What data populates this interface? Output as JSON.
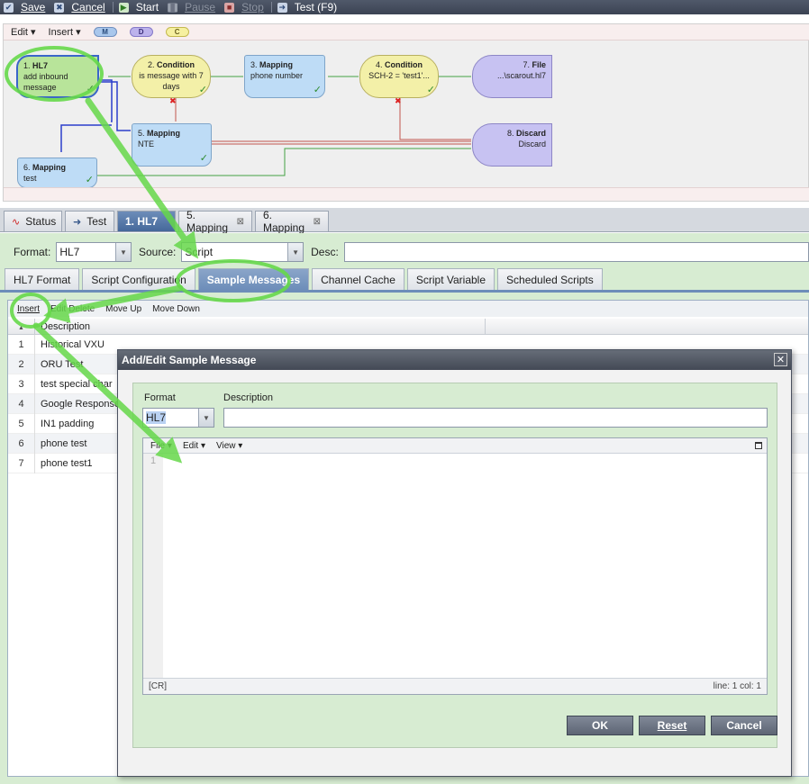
{
  "toolbar": {
    "save": "Save",
    "cancel": "Cancel",
    "start": "Start",
    "pause": "Pause",
    "stop": "Stop",
    "test": "Test (F9)"
  },
  "diagram": {
    "menu": {
      "edit": "Edit",
      "insert": "Insert"
    },
    "badges": {
      "m": "M",
      "d": "D",
      "c": "C"
    },
    "nodes": {
      "n1": {
        "num": "1.",
        "title": "HL7",
        "line1": "add inbound",
        "line2": "message"
      },
      "n2": {
        "num": "2.",
        "title": "Condition",
        "line1": "is message with 7",
        "line2": "days"
      },
      "n3": {
        "num": "3.",
        "title": "Mapping",
        "line1": "phone number"
      },
      "n4": {
        "num": "4.",
        "title": "Condition",
        "line1": "SCH-2 = 'test1'..."
      },
      "n7": {
        "num": "7.",
        "title": "File",
        "line1": "...\\scarout.hl7"
      },
      "n5": {
        "num": "5.",
        "title": "Mapping",
        "line1": "NTE"
      },
      "n8": {
        "num": "8.",
        "title": "Discard",
        "line1": "Discard"
      },
      "n6": {
        "num": "6.",
        "title": "Mapping",
        "line1": "test"
      }
    }
  },
  "tabs": [
    {
      "label": "Status"
    },
    {
      "label": "Test"
    },
    {
      "label": "1. HL7"
    },
    {
      "label": "5. Mapping"
    },
    {
      "label": "6. Mapping"
    }
  ],
  "props": {
    "format_label": "Format:",
    "format_value": "HL7",
    "source_label": "Source:",
    "source_value": "Script",
    "desc_label": "Desc:"
  },
  "subtabs": [
    {
      "label": "HL7 Format"
    },
    {
      "label": "Script Configuration"
    },
    {
      "label": "Sample Messages"
    },
    {
      "label": "Channel Cache"
    },
    {
      "label": "Script Variable"
    },
    {
      "label": "Scheduled Scripts"
    }
  ],
  "grid": {
    "toolbar": {
      "insert": "Insert",
      "edit": "Edit",
      "delete": "Delete",
      "move_up": "Move Up",
      "move_down": "Move Down"
    },
    "header": {
      "description": "Description"
    },
    "rows": [
      {
        "n": "1",
        "desc": "Historical VXU"
      },
      {
        "n": "2",
        "desc": "ORU Test"
      },
      {
        "n": "3",
        "desc": "test special char"
      },
      {
        "n": "4",
        "desc": "Google Response"
      },
      {
        "n": "5",
        "desc": "IN1 padding"
      },
      {
        "n": "6",
        "desc": "phone test"
      },
      {
        "n": "7",
        "desc": "phone test1"
      }
    ]
  },
  "dialog": {
    "title": "Add/Edit Sample Message",
    "format_label": "Format",
    "format_value": "HL7",
    "description_label": "Description",
    "editor_menu": {
      "file": "File",
      "edit": "Edit",
      "view": "View"
    },
    "line_number": "1",
    "status_left": "[CR]",
    "status_right": "line: 1  col: 1",
    "ok": "OK",
    "reset": "Reset",
    "cancel": "Cancel"
  }
}
